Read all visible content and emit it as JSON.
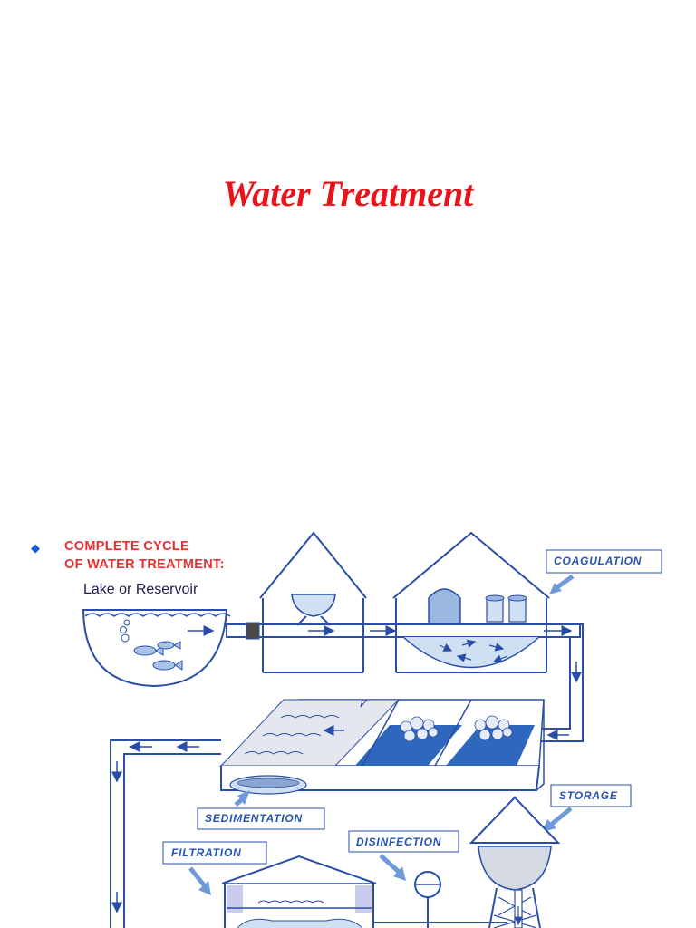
{
  "title": "Water Treatment",
  "bullet": {
    "icon": "diamond-bullet-icon",
    "color": "#1a5bd6"
  },
  "heading": {
    "line1": "COMPLETE  CYCLE",
    "line2": "OF WATER  TREATMENT:"
  },
  "lake_label": "Lake or Reservoir",
  "stages": {
    "coagulation": "COAGULATION",
    "sedimentation": "SEDIMENTATION",
    "filtration": "FILTRATION",
    "disinfection": "DISINFECTION",
    "storage": "STORAGE"
  },
  "colors": {
    "title": "#e8141a",
    "heading": "#e83030",
    "pipe": "#2a4ea8",
    "water": "#cfe0f2",
    "label": "#2452b5"
  }
}
